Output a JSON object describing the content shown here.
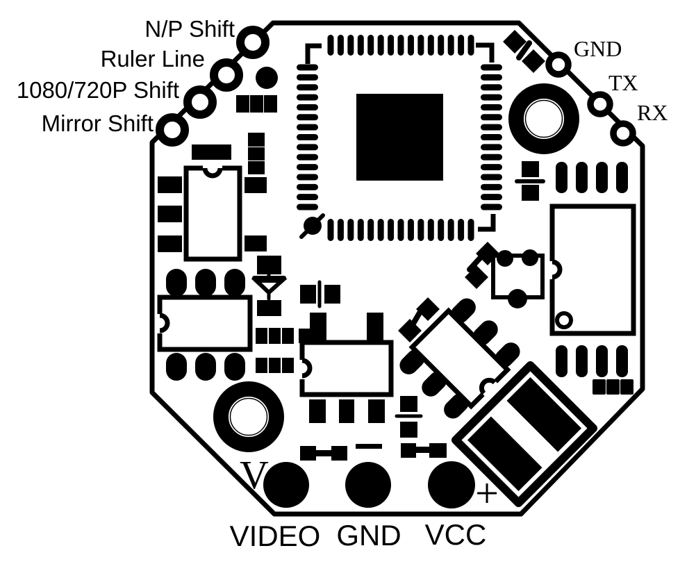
{
  "board": {
    "left_pins": [
      {
        "label": "N/P Shift"
      },
      {
        "label": "Ruler Line"
      },
      {
        "label": "1080/720P Shift"
      },
      {
        "label": "Mirror Shift"
      }
    ],
    "right_pins": [
      {
        "label": "GND"
      },
      {
        "label": "TX"
      },
      {
        "label": "RX"
      }
    ],
    "bottom_pads": [
      {
        "label": "VIDEO"
      },
      {
        "label": "GND"
      },
      {
        "label": "VCC"
      }
    ],
    "marks": {
      "video_polarity": "V",
      "vcc_polarity": "+",
      "gnd_polarity": "−"
    },
    "colors": {
      "copper": "#000000",
      "substrate": "#ffffff"
    }
  }
}
